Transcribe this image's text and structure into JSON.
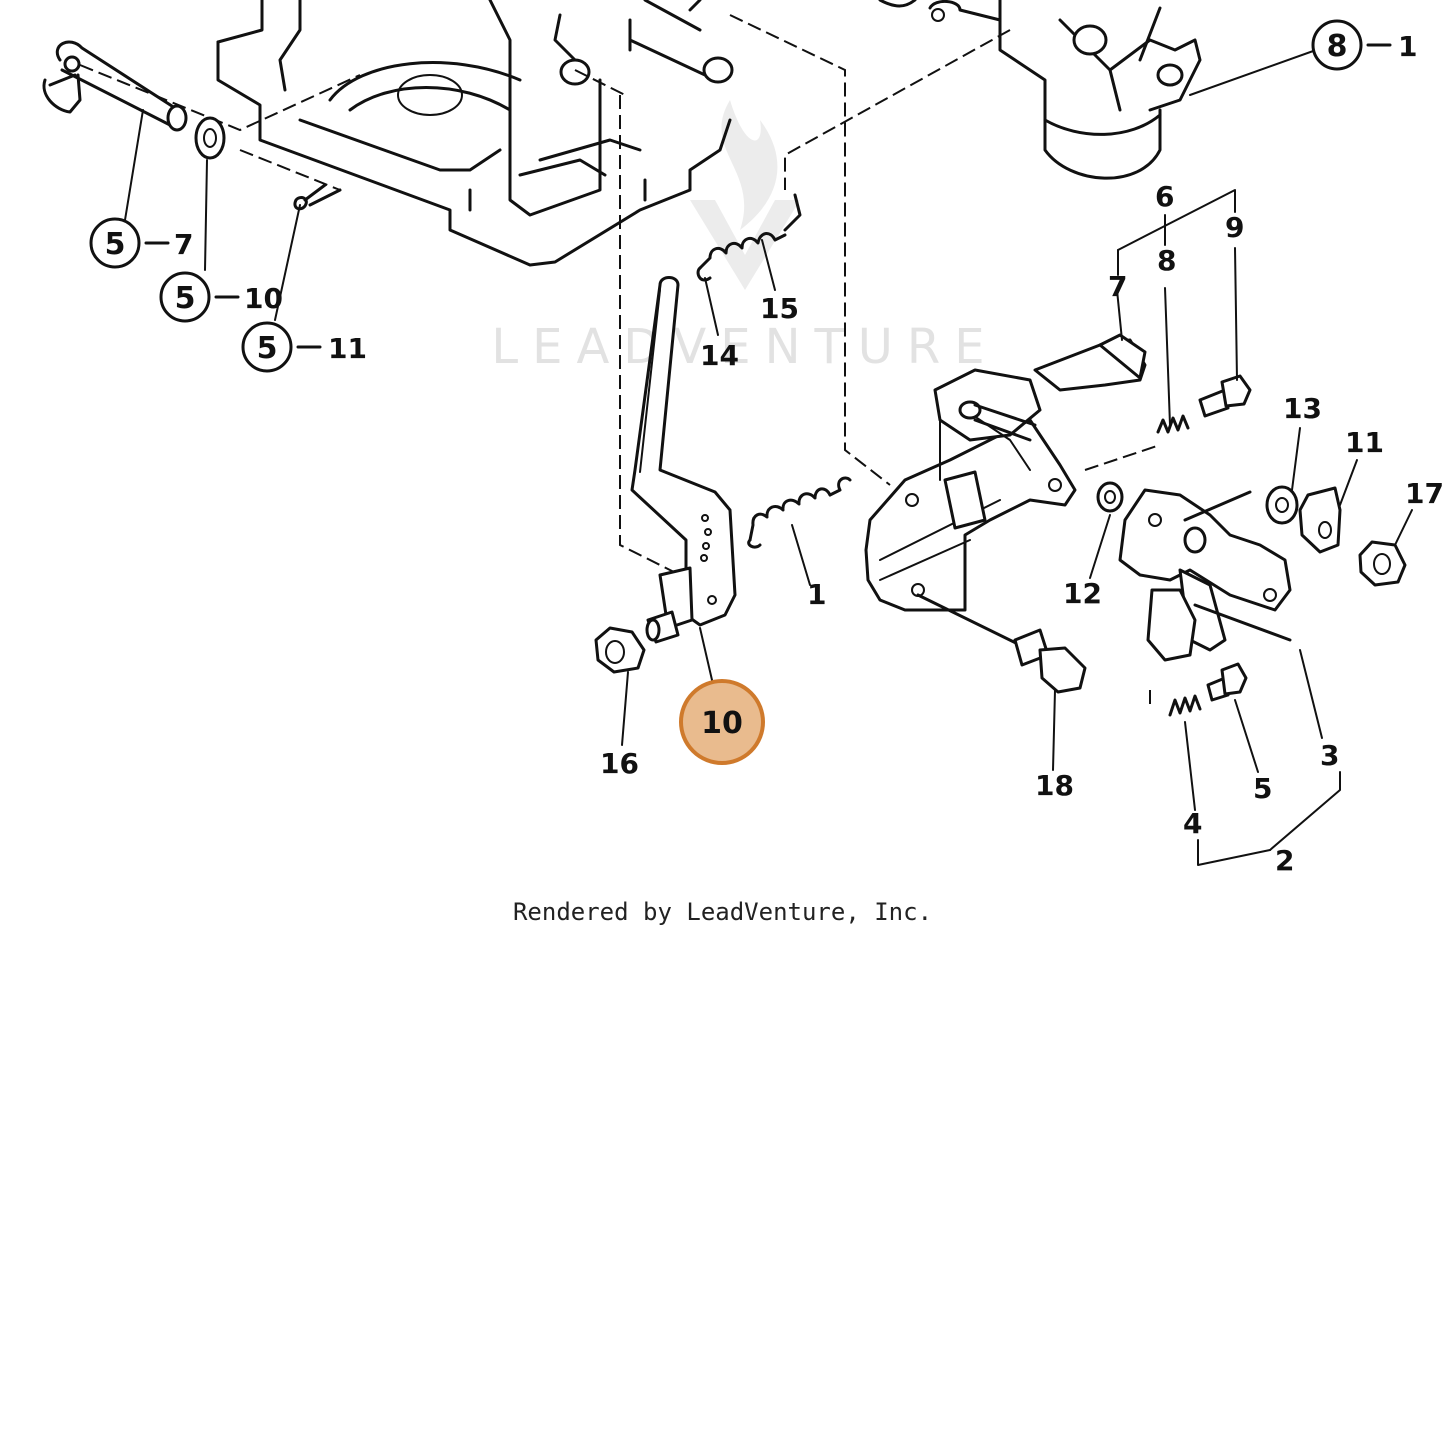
{
  "watermark": "LEADVENTURE",
  "credit": "Rendered by LeadVenture, Inc.",
  "highlight_color": "#e9bb8e",
  "highlighted_callout": "10",
  "callouts": {
    "c8_1": {
      "circle": "8",
      "suffix": "1"
    },
    "c5_7": {
      "circle": "5",
      "suffix": "7"
    },
    "c5_10": {
      "circle": "5",
      "suffix": "10"
    },
    "c5_11": {
      "circle": "5",
      "suffix": "11"
    },
    "c10": "10"
  },
  "labels": {
    "l1": "1",
    "l2": "2",
    "l3": "3",
    "l4": "4",
    "l5": "5",
    "l6": "6",
    "l7": "7",
    "l8": "8",
    "l9": "9",
    "l11": "11",
    "l12": "12",
    "l13": "13",
    "l14": "14",
    "l15": "15",
    "l16": "16",
    "l17": "17",
    "l18": "18"
  }
}
